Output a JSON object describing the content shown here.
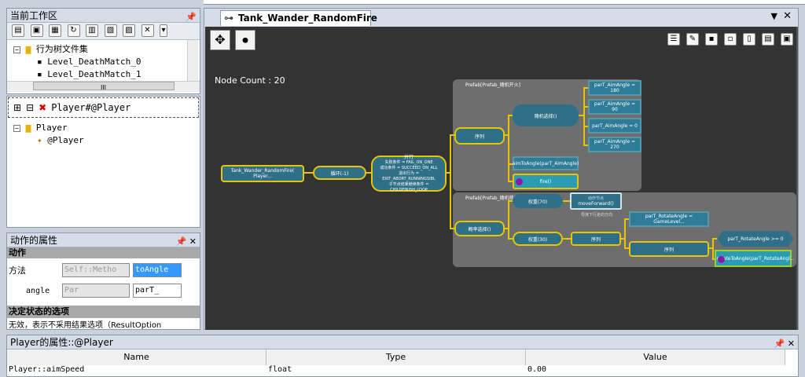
{
  "workspace": {
    "title": "当前工作区",
    "tree": [
      {
        "label": "行为树文件集"
      },
      {
        "label": "Level_DeathMatch_0"
      },
      {
        "label": "Level_DeathMatch_1"
      }
    ],
    "hscroll_label": "III"
  },
  "agent": {
    "header": "Player#@Player",
    "tree": [
      {
        "label": "Player"
      },
      {
        "label": "@Player"
      }
    ]
  },
  "action_props": {
    "title": "动作的属性",
    "section_action": "动作",
    "method_label": "方法",
    "method_value": "Self::Metho",
    "method_value2": "toAngle",
    "angle_label": "angle",
    "angle_value": "Par",
    "angle_value2": "parT_",
    "section_result": "决定状态的选项",
    "result_text": "无效，表示不采用结果选项（ResultOption"
  },
  "tab": {
    "title": "Tank_Wander_RandomFire"
  },
  "graph": {
    "node_count": "Node Count : 20",
    "prefab1": "Prefab[Prefab_随机开火]",
    "prefab2": "Prefab[Prefab_随机移动]",
    "root": "Tank_Wander_RandomFire( Player...",
    "loop": "循环(-1)",
    "parallel_title": "并行",
    "parallel_lines": [
      "失败条件 = FAIL_ON_ONE",
      "成功条件 = SUCCEED_ON_ALL",
      "退出行为 = EXIT_ABORT_RUNNINGSIBL",
      "子节点结束继续条件 = CHILDFINISH_LOOP"
    ],
    "seq1": "序列",
    "random_sel": "随机选择()",
    "angles": [
      "parT_AimAngle = 180",
      "parT_AimAngle = 90",
      "parT_AimAngle = 0",
      "parT_AimAngle = 270"
    ],
    "aim": "aimToAngle(parT_AimAngle)",
    "fire": "fire()",
    "weight_select": "概率选择()",
    "weight70": "权重(70)",
    "weight30": "权重(30)",
    "move": "moveForward()",
    "move_tag": "动作节点",
    "move_note": "导演下行走的方向",
    "seq2": "序列",
    "rotate": "parT_RotateAngle = GameLevel...",
    "seq3": "序列",
    "rot_cond": "parT_RotateAngle >= 0",
    "rotate_to": "rotateToAngle(parT_RotateAngl..."
  },
  "player_props": {
    "title": "Player的属性::@Player",
    "columns": [
      "Name",
      "Type",
      "Value"
    ],
    "rows": [
      {
        "name": "Player::aimSpeed",
        "type": "float",
        "value": "0.00"
      }
    ]
  },
  "colors": {
    "node_fill": "#2f6f87",
    "node_border": "#e6c600",
    "canvas": "#333333"
  }
}
